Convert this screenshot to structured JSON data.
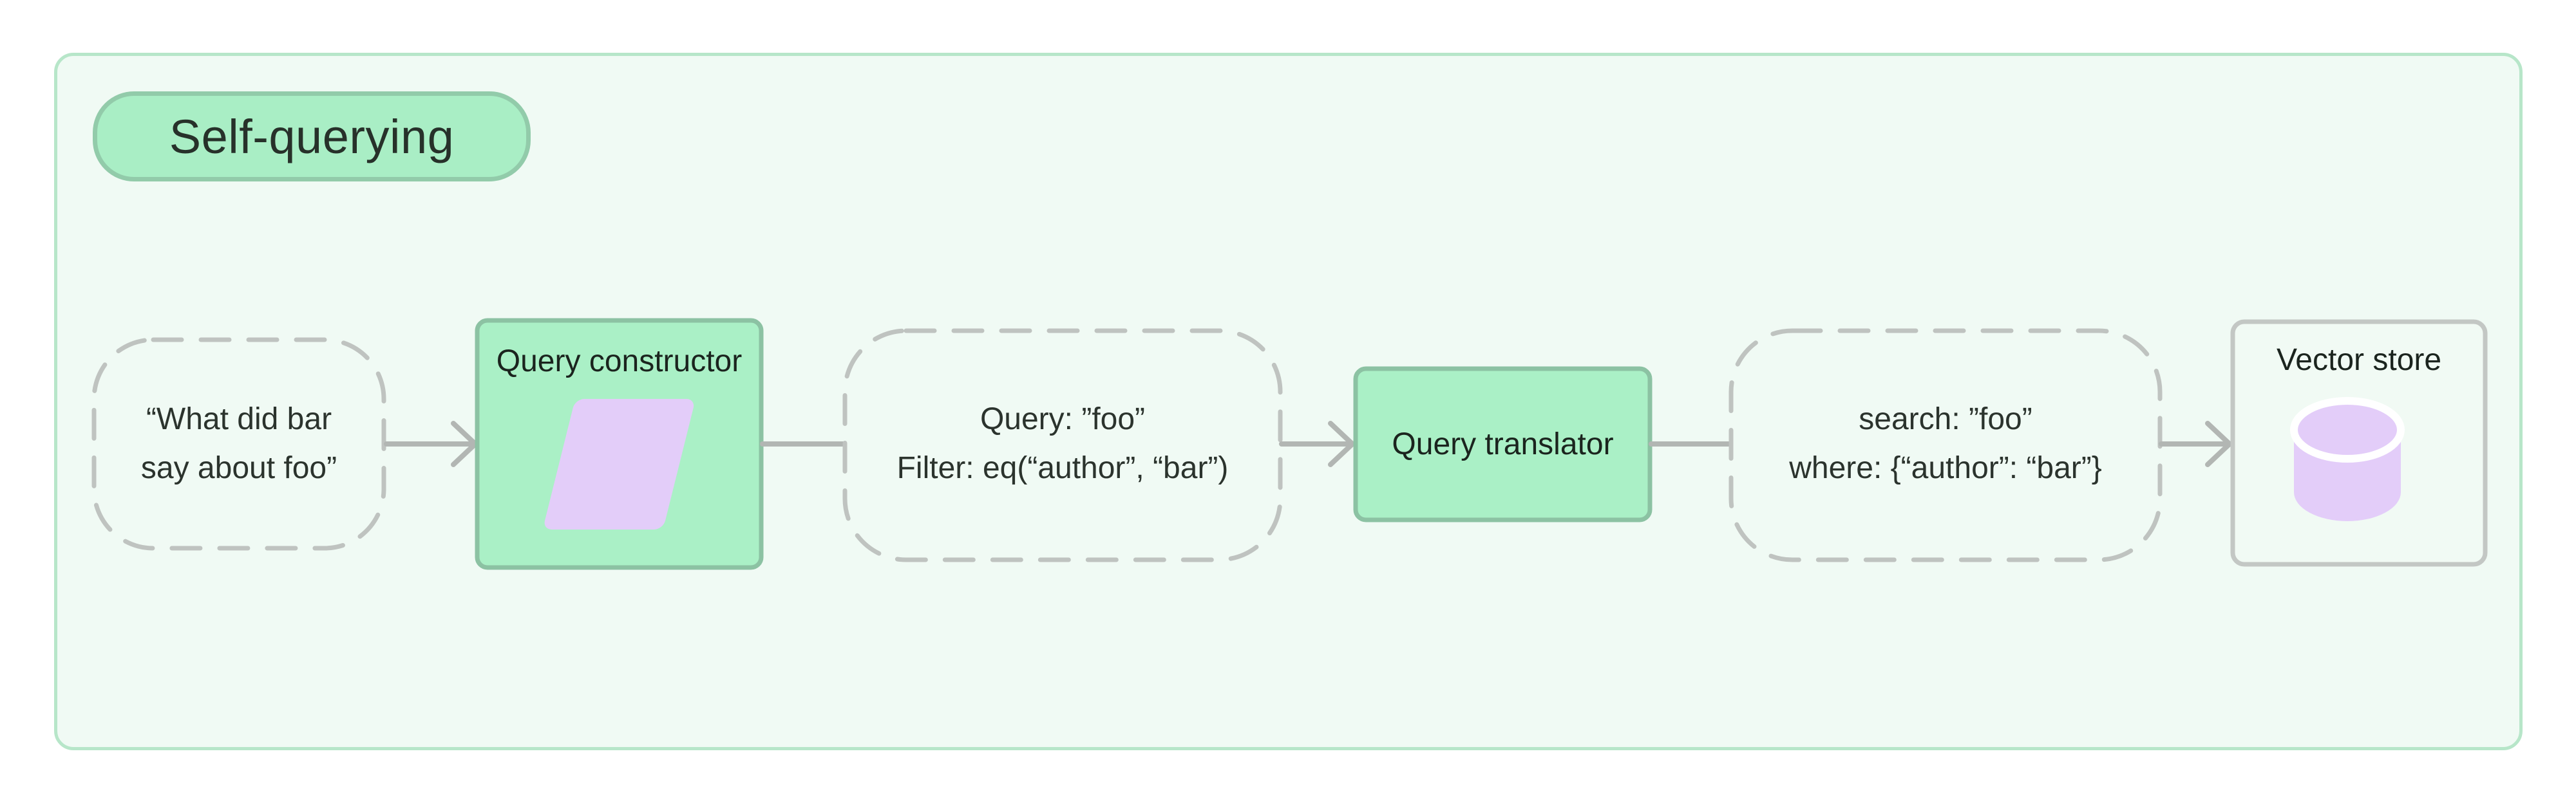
{
  "badge": {
    "label": "Self-querying"
  },
  "flow": {
    "nodes": [
      {
        "id": "input-query",
        "type": "dashed",
        "lines": [
          "“What did bar",
          "say about foo”"
        ]
      },
      {
        "id": "query-constructor",
        "type": "box",
        "label": "Query constructor",
        "icon": "parallelogram-icon"
      },
      {
        "id": "constructed-query",
        "type": "dashed",
        "lines": [
          "Query: ”foo”",
          "Filter: eq(“author”, “bar”)"
        ]
      },
      {
        "id": "query-translator",
        "type": "box",
        "label": "Query translator"
      },
      {
        "id": "translated-query",
        "type": "dashed",
        "lines": [
          "search: ”foo”",
          "where: {“author”: “bar”}"
        ]
      },
      {
        "id": "vector-store",
        "type": "outlined",
        "label": "Vector store",
        "icon": "database-icon"
      }
    ]
  },
  "colors": {
    "canvas_bg": "#f0faf4",
    "canvas_border": "#b7e6c9",
    "badge_bg": "#a9eec5",
    "badge_border": "#92cbaa",
    "box_fill": "#aaf0c6",
    "box_border": "#8cc2a3",
    "dashed_stroke": "#bfc3c0",
    "connector": "#b2b6b3",
    "icon_purple": "#e3cdf9",
    "icon_divider": "#ffffff",
    "vector_store_border": "#c3c7c4",
    "vector_store_fill": "#f1faf4",
    "text": "#2b332d"
  }
}
